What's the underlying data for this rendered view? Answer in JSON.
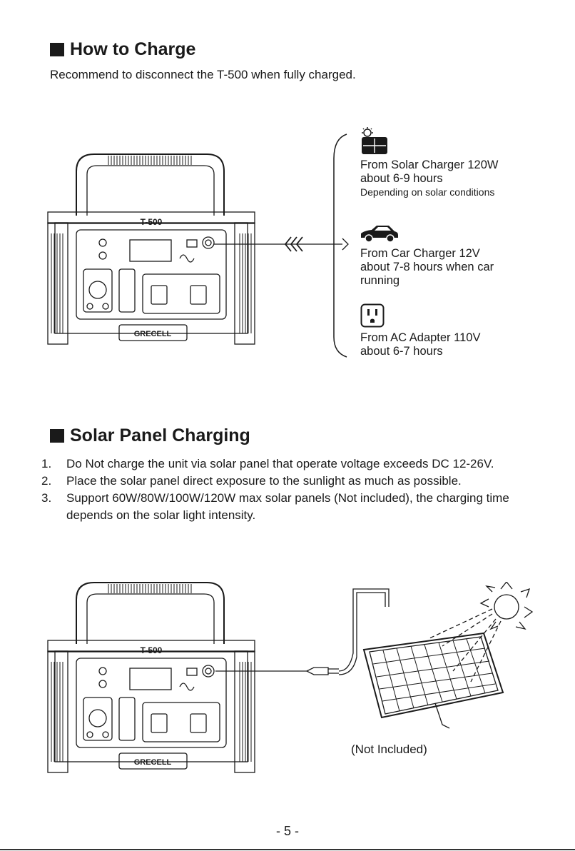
{
  "section1": {
    "heading": "How to Charge",
    "intro": "Recommend to disconnect the T-500 when fully charged.",
    "device": {
      "model": "T-500",
      "brand": "GRECELL"
    },
    "sources": [
      {
        "icon": "solar-panel-icon",
        "line1": "From Solar Charger 120W",
        "line2": "about 6-9 hours",
        "note": "Depending on solar conditions"
      },
      {
        "icon": "car-icon",
        "line1": "From Car Charger 12V",
        "line2": "about 7-8 hours when car",
        "line3": "running"
      },
      {
        "icon": "ac-outlet-icon",
        "line1": "From AC Adapter 110V",
        "line2": "about 6-7 hours"
      }
    ]
  },
  "section2": {
    "heading": "Solar Panel Charging",
    "steps": [
      {
        "num": "1.",
        "text": "Do Not charge the unit via solar panel that operate voltage exceeds DC 12-26V."
      },
      {
        "num": "2.",
        "text": "Place the solar panel direct exposure to the sunlight as much as possible."
      },
      {
        "num": "3.",
        "text": "Support 60W/80W/100W/120W max solar panels (Not included), the charging time depends on the solar light intensity."
      }
    ],
    "device": {
      "model": "T-500",
      "brand": "GRECELL"
    },
    "panel_caption": "(Not Included)"
  },
  "page_number": "- 5 -",
  "colors": {
    "ink": "#1a1a1a",
    "background": "#ffffff"
  }
}
